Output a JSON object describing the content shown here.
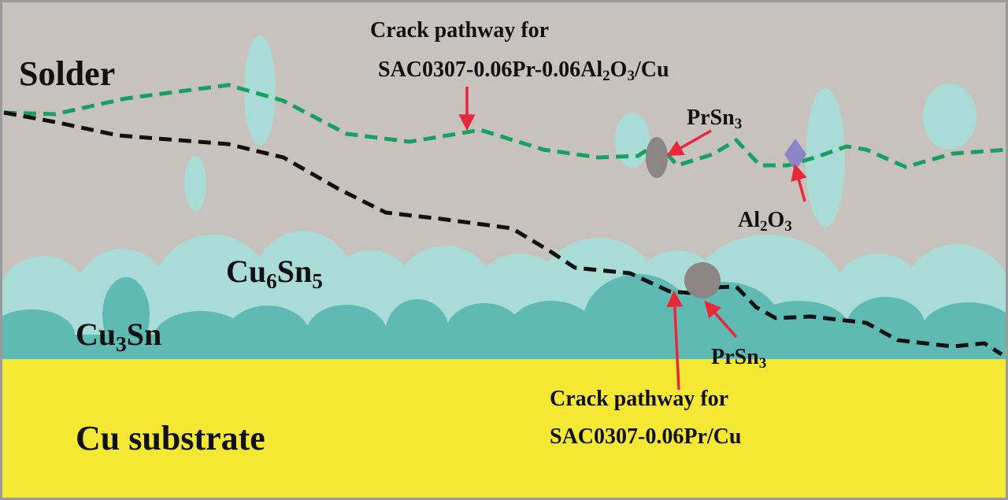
{
  "colors": {
    "solder": "#c8c2bf",
    "cu6sn5": "#a9dcd7",
    "cu3sn": "#5ebab3",
    "substrate": "#f4e834",
    "frame": "#9a9a9a",
    "green_crack": "#18a060",
    "black_crack": "#111111",
    "arrow": "#e8283a",
    "prsn3": "#8d8585",
    "al2o3": "#8a86c8",
    "text": "#111111"
  },
  "regions": {
    "solder": "Solder",
    "cu6sn5": {
      "base": "Cu",
      "sub1": "6",
      "mid": "Sn",
      "sub2": "5"
    },
    "cu3sn": {
      "base": "Cu",
      "sub1": "3",
      "mid": "Sn"
    },
    "substrate": "Cu substrate"
  },
  "annotations": {
    "top_crack": {
      "line1": "Crack pathway for",
      "line2_a": "SAC0307-0.06Pr-0.06Al",
      "line2_sub1": "2",
      "line2_b": "O",
      "line2_sub2": "3",
      "line2_c": "/Cu"
    },
    "bottom_crack": {
      "line1": "Crack pathway for",
      "line2": "SAC0307-0.06Pr/Cu"
    },
    "prsn3_top": {
      "base": "PrSn",
      "sub": "3"
    },
    "al2o3": {
      "a": "Al",
      "sub1": "2",
      "b": "O",
      "sub2": "3"
    },
    "prsn3_bottom": {
      "base": "PrSn",
      "sub": "3"
    }
  },
  "icons": [
    "red-arrow",
    "prsn3-particle",
    "al2o3-particle"
  ]
}
